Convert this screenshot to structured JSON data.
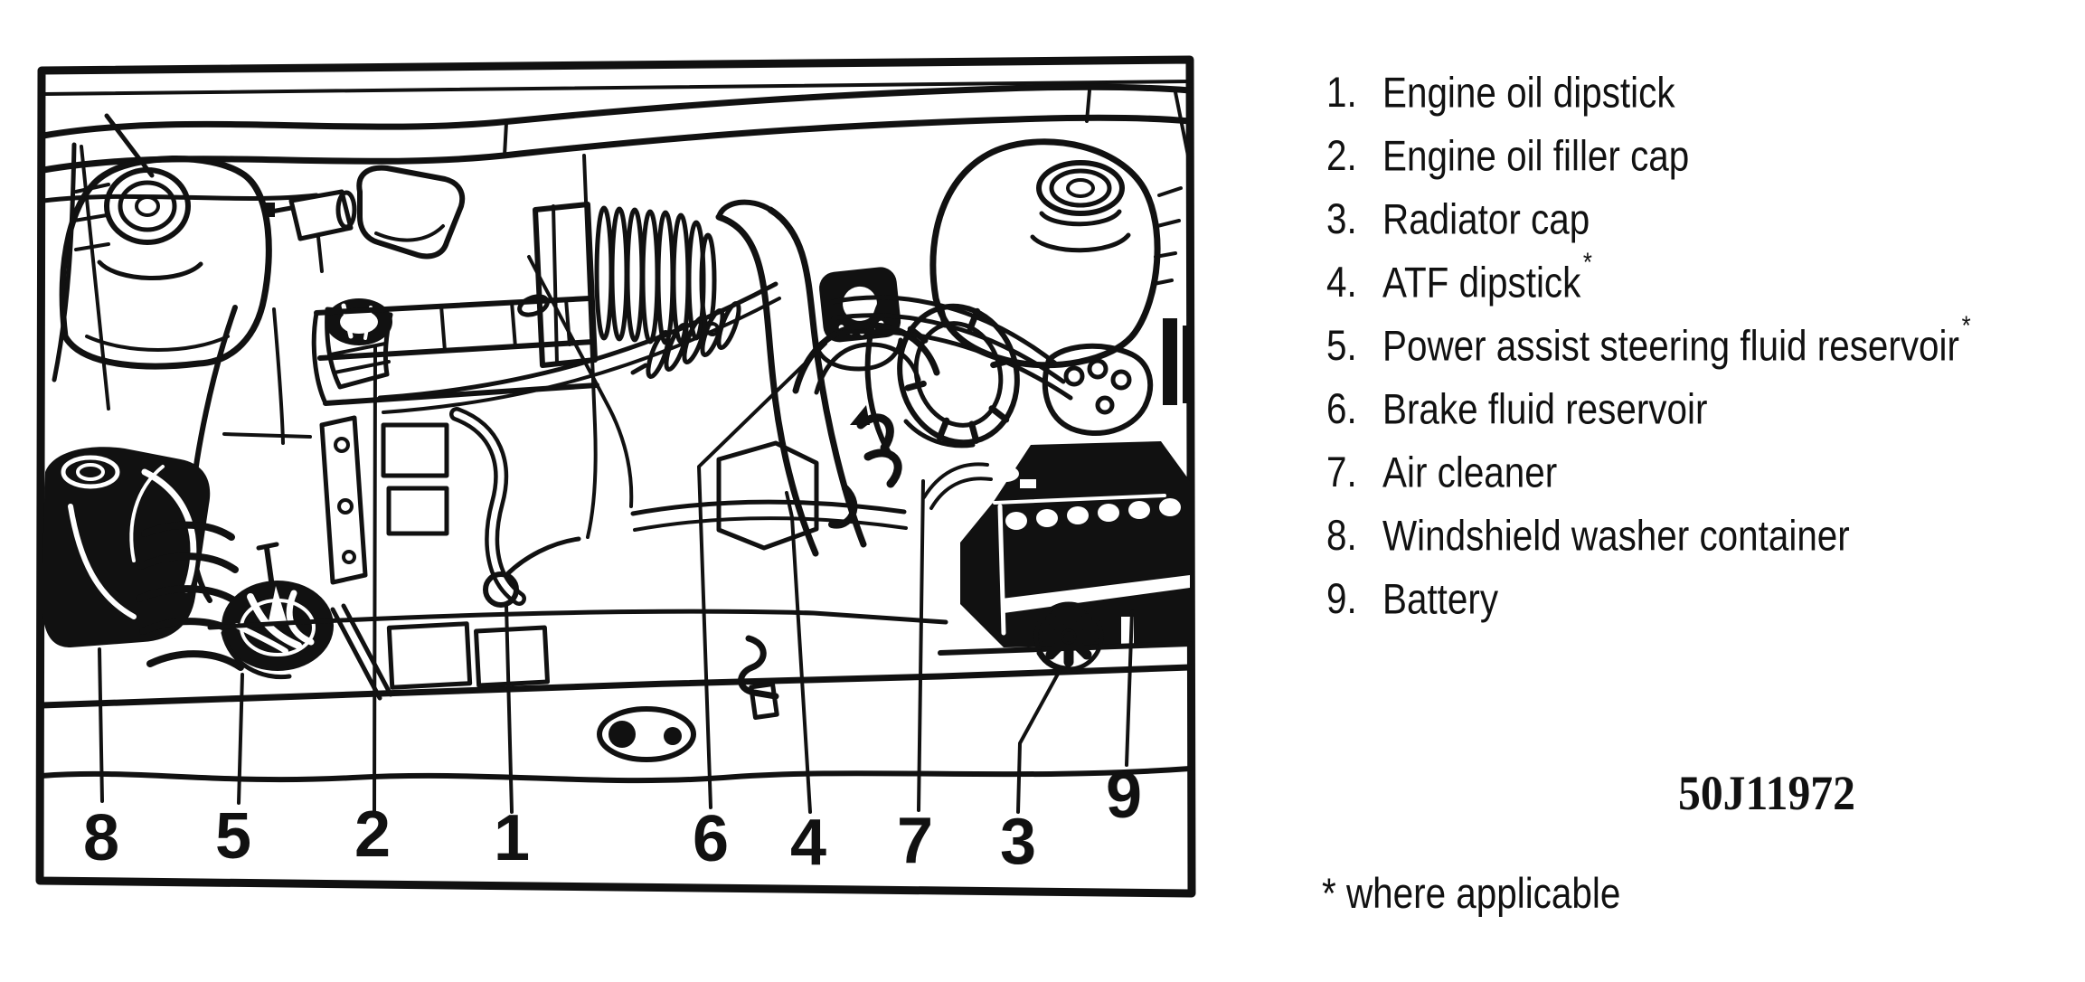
{
  "figure": {
    "legend": {
      "items": [
        {
          "num": "1.",
          "label": "Engine oil dipstick"
        },
        {
          "num": "2.",
          "label": "Engine oil filler cap"
        },
        {
          "num": "3.",
          "label": "Radiator cap"
        },
        {
          "num": "4.",
          "label": "ATF dipstick",
          "mark": "*"
        },
        {
          "num": "5.",
          "label": "Power assist steering fluid reservoir",
          "mark": "*"
        },
        {
          "num": "6.",
          "label": "Brake fluid reservoir"
        },
        {
          "num": "7.",
          "label": "Air cleaner"
        },
        {
          "num": "8.",
          "label": "Windshield washer container"
        },
        {
          "num": "9.",
          "label": "Battery"
        }
      ]
    },
    "callouts": [
      "8",
      "5",
      "2",
      "1",
      "6",
      "4",
      "7",
      "3",
      "9"
    ],
    "code": "50J11972",
    "footnote": "* where applicable"
  },
  "colors": {
    "ink": "#111111",
    "paper": "#ffffff"
  }
}
